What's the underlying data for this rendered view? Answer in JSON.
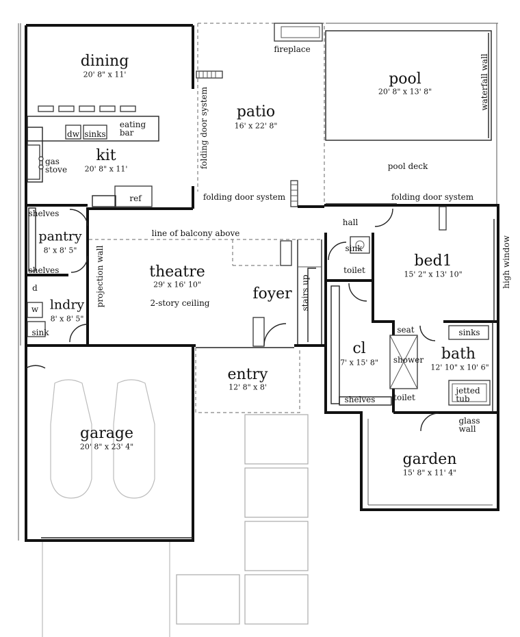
{
  "rooms": {
    "dining": {
      "name": "dining",
      "dim": "20' 8\" x 11'"
    },
    "kit": {
      "name": "kit",
      "dim": "20' 8\" x 11'"
    },
    "patio": {
      "name": "patio",
      "dim": "16' x 22' 8\""
    },
    "pool": {
      "name": "pool",
      "dim": "20' 8\" x 13' 8\""
    },
    "pantry": {
      "name": "pantry",
      "dim": "8' x 8' 5\""
    },
    "theatre": {
      "name": "theatre",
      "dim": "29' x 16' 10\"",
      "note": "2-story ceiling"
    },
    "foyer": {
      "name": "foyer"
    },
    "lndry": {
      "name": "lndry",
      "dim": "8' x 8' 5\""
    },
    "bed1": {
      "name": "bed1",
      "dim": "15' 2\" x 13' 10\""
    },
    "cl": {
      "name": "cl",
      "dim": "7' x 15' 8\""
    },
    "bath": {
      "name": "bath",
      "dim": "12' 10\" x 10' 6\""
    },
    "entry": {
      "name": "entry",
      "dim": "12' 8\" x 8'"
    },
    "garage": {
      "name": "garage",
      "dim": "20' 8\" x 23' 4\""
    },
    "garden": {
      "name": "garden",
      "dim": "15' 8\" x 11' 4\""
    }
  },
  "labels": {
    "fireplace": "fireplace",
    "waterfall_wall": "waterfall wall",
    "folding_door_vertical": "folding door system",
    "folding_door_patio": "folding door system",
    "folding_door_pool": "folding door system",
    "pool_deck": "pool deck",
    "dw": "dw",
    "sinks_kit": "sinks",
    "eating_bar": "eating\nbar",
    "gas_stove": "gas\nstove",
    "ref": "ref",
    "shelves_top": "shelves",
    "shelves_bottom": "shelves",
    "balcony": "line of balcony above",
    "projection_wall": "projection wall",
    "stairs_up": "stairs up",
    "hall": "hall",
    "sink_hall": "sink",
    "toilet_hall": "toilet",
    "high_window": "high window",
    "d": "d",
    "w": "w",
    "sink_lndry": "sink",
    "seat": "seat",
    "sinks_bath": "sinks",
    "shower": "shower",
    "jetted_tub": "jetted\ntub",
    "toilet_bath": "toilet",
    "glass_wall": "glass\nwall",
    "shelves_cl": "shelves"
  },
  "colors": {
    "wall": "#111111",
    "fixture": "#333333",
    "paving": "#aaaaaa"
  }
}
